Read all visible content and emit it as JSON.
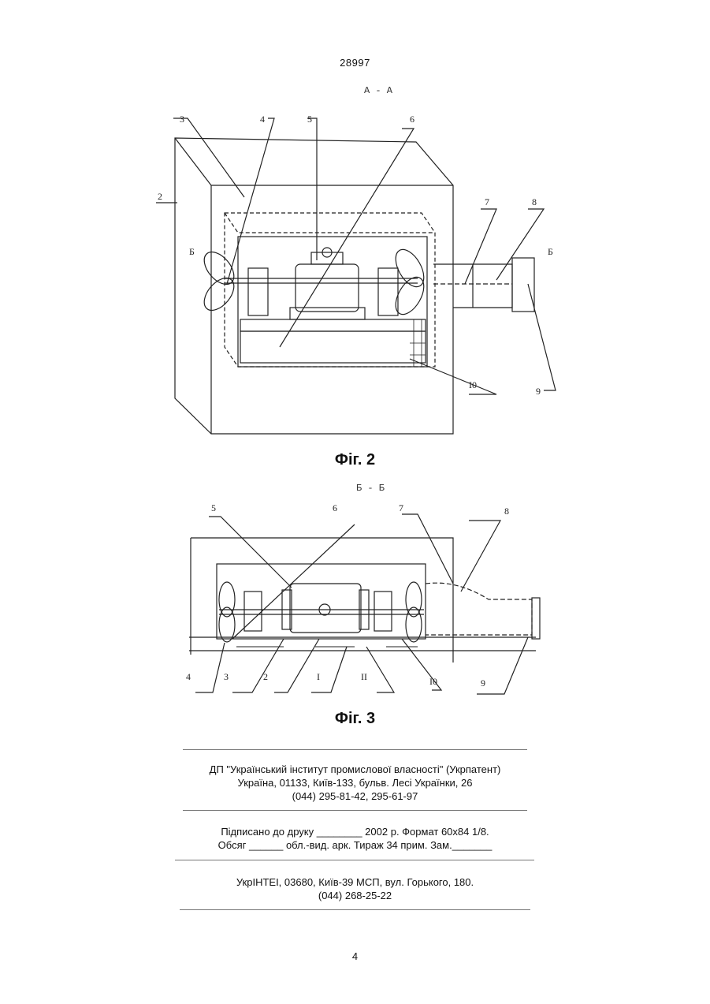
{
  "patent_number": "28997",
  "figure2": {
    "section_label": "А - А",
    "caption": "Фіг. 2",
    "callouts": [
      "2",
      "3",
      "4",
      "5",
      "6",
      "7",
      "8",
      "9",
      "I0",
      "Б",
      "Б"
    ]
  },
  "figure3": {
    "section_label": "Б - Б",
    "caption": "Фіг. 3",
    "callouts": [
      "5",
      "6",
      "7",
      "8",
      "4",
      "3",
      "2",
      "I",
      "II",
      "I0",
      "9"
    ]
  },
  "publisher": {
    "line1": "ДП \"Український інститут промислової власності\" (Укрпатент)",
    "line2": "Україна, 01133, Київ-133, бульв. Лесі Українки, 26",
    "line3": "(044) 295-81-42, 295-61-97"
  },
  "print_info": {
    "line1": "Підписано до друку ________ 2002 р.    Формат 60х84 1/8.",
    "line2": "Обсяг ______ обл.-вид. арк.   Тираж 34 прим.    Зам._______"
  },
  "printer": {
    "line1": "УкрІНТЕІ, 03680, Київ-39 МСП, вул. Горького, 180.",
    "line2": "(044) 268-25-22"
  },
  "page_number": "4"
}
